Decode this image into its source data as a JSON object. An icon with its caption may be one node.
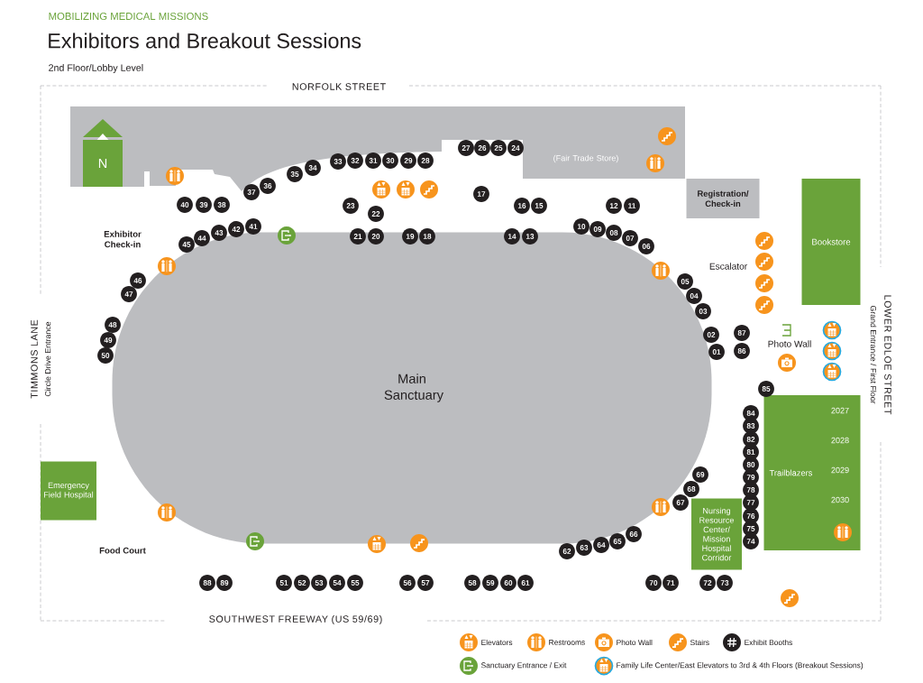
{
  "diagram": {
    "title": "Exhibitors and Breakout Sessions",
    "nodes": [
      {
        "text": [
          "N"
        ]
      },
      {
        "text": [
          "(Fair Trade Store)"
        ]
      },
      {
        "text": [
          "Registration/ Check-in"
        ]
      },
      {
        "text": [
          "Bookstore"
        ]
      },
      {
        "text": [
          "Main Sanctuary"
        ]
      },
      {
        "text": [
          "Emergency Field Hospital"
        ]
      },
      {
        "text": [
          "Nursing Resource Center/ Mission Hospital Corridor"
        ]
      },
      {
        "text": [
          "Trailblazers",
          "2027",
          "2028",
          "2029",
          "2030"
        ]
      },
      {
        "text": [
          "01"
        ]
      },
      {
        "text": [
          "02"
        ]
      },
      {
        "text": [
          "03"
        ]
      },
      {
        "text": [
          "04"
        ]
      },
      {
        "text": [
          "05"
        ]
      },
      {
        "text": [
          "06"
        ]
      },
      {
        "text": [
          "07"
        ]
      },
      {
        "text": [
          "08"
        ]
      },
      {
        "text": [
          "09"
        ]
      },
      {
        "text": [
          "10"
        ]
      },
      {
        "text": [
          "11"
        ]
      },
      {
        "text": [
          "12"
        ]
      },
      {
        "text": [
          "13"
        ]
      },
      {
        "text": [
          "14"
        ]
      },
      {
        "text": [
          "15"
        ]
      },
      {
        "text": [
          "16"
        ]
      },
      {
        "text": [
          "17"
        ]
      },
      {
        "text": [
          "18"
        ]
      },
      {
        "text": [
          "19"
        ]
      },
      {
        "text": [
          "20"
        ]
      },
      {
        "text": [
          "21"
        ]
      },
      {
        "text": [
          "22"
        ]
      },
      {
        "text": [
          "23"
        ]
      },
      {
        "text": [
          "24"
        ]
      },
      {
        "text": [
          "25"
        ]
      },
      {
        "text": [
          "26"
        ]
      },
      {
        "text": [
          "27"
        ]
      },
      {
        "text": [
          "28"
        ]
      },
      {
        "text": [
          "29"
        ]
      },
      {
        "text": [
          "30"
        ]
      },
      {
        "text": [
          "31"
        ]
      },
      {
        "text": [
          "32"
        ]
      },
      {
        "text": [
          "33"
        ]
      },
      {
        "text": [
          "34"
        ]
      },
      {
        "text": [
          "35"
        ]
      },
      {
        "text": [
          "36"
        ]
      },
      {
        "text": [
          "37"
        ]
      },
      {
        "text": [
          "38"
        ]
      },
      {
        "text": [
          "39"
        ]
      },
      {
        "text": [
          "40"
        ]
      },
      {
        "text": [
          "41"
        ]
      },
      {
        "text": [
          "42"
        ]
      },
      {
        "text": [
          "43"
        ]
      },
      {
        "text": [
          "44"
        ]
      },
      {
        "text": [
          "45"
        ]
      },
      {
        "text": [
          "46"
        ]
      },
      {
        "text": [
          "47"
        ]
      },
      {
        "text": [
          "48"
        ]
      },
      {
        "text": [
          "49"
        ]
      },
      {
        "text": [
          "50"
        ]
      },
      {
        "text": [
          "51"
        ]
      },
      {
        "text": [
          "52"
        ]
      },
      {
        "text": [
          "53"
        ]
      },
      {
        "text": [
          "54"
        ]
      },
      {
        "text": [
          "55"
        ]
      },
      {
        "text": [
          "56"
        ]
      },
      {
        "text": [
          "57"
        ]
      },
      {
        "text": [
          "58"
        ]
      },
      {
        "text": [
          "59"
        ]
      },
      {
        "text": [
          "60"
        ]
      },
      {
        "text": [
          "61"
        ]
      },
      {
        "text": [
          "62"
        ]
      },
      {
        "text": [
          "63"
        ]
      },
      {
        "text": [
          "64"
        ]
      },
      {
        "text": [
          "65"
        ]
      },
      {
        "text": [
          "66"
        ]
      },
      {
        "text": [
          "67"
        ]
      },
      {
        "text": [
          "68"
        ]
      },
      {
        "text": [
          "69"
        ]
      },
      {
        "text": [
          "70"
        ]
      },
      {
        "text": [
          "71"
        ]
      },
      {
        "text": [
          "72"
        ]
      },
      {
        "text": [
          "73"
        ]
      },
      {
        "text": [
          "74"
        ]
      },
      {
        "text": [
          "75"
        ]
      },
      {
        "text": [
          "76"
        ]
      },
      {
        "text": [
          "77"
        ]
      },
      {
        "text": [
          "78"
        ]
      },
      {
        "text": [
          "79"
        ]
      },
      {
        "text": [
          "80"
        ]
      },
      {
        "text": [
          "81"
        ]
      },
      {
        "text": [
          "82"
        ]
      },
      {
        "text": [
          "83"
        ]
      },
      {
        "text": [
          "84"
        ]
      },
      {
        "text": [
          "85"
        ]
      },
      {
        "text": [
          "86"
        ]
      },
      {
        "text": [
          "87"
        ]
      },
      {
        "text": [
          "88"
        ]
      },
      {
        "text": [
          "89"
        ]
      }
    ],
    "labels": [
      "MOBILIZING MEDICAL MISSIONS",
      "2nd Floor/Lobby Level",
      "NORFOLK STREET",
      "Exhibitor Check-in",
      "Escalator",
      "TIMMONS LANE",
      "Circle Drive Entrance",
      "LOWER EDLOE STREET",
      "Grand Entrance / First Floor",
      "Photo Wall",
      "Food Court",
      "SOUTHWEST FREEWAY (US 59/69)"
    ],
    "legend": [
      {
        "text": "Elevators"
      },
      {
        "text": "Restrooms"
      },
      {
        "text": "Photo Wall"
      },
      {
        "text": "Stairs"
      },
      {
        "text": "Exhibit Booths"
      },
      {
        "text": "Sanctuary Entrance / Exit"
      },
      {
        "text": "Family Life Center/East Elevators to 3rd & 4th Floors (Breakout Sessions)"
      }
    ]
  }
}
